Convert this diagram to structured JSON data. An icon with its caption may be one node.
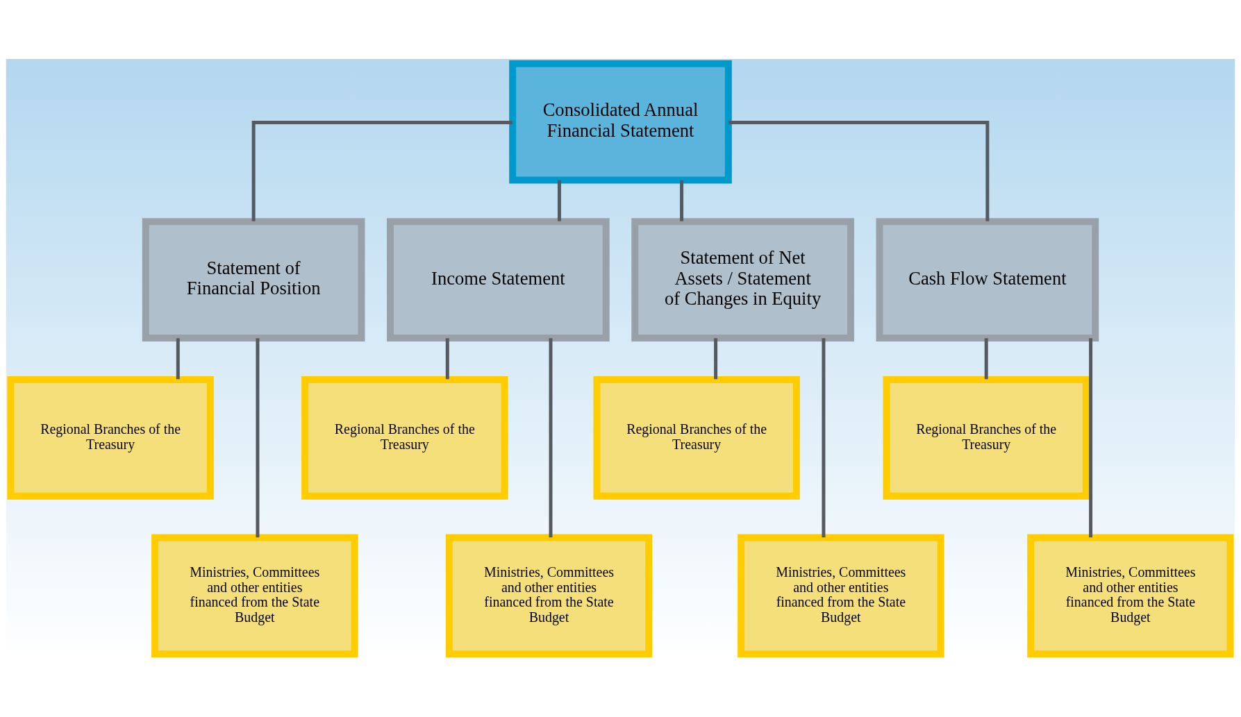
{
  "diagram": {
    "nodes": [
      {
        "text": [
          "Consolidated Annual Financial Statement"
        ]
      },
      {
        "text": [
          "Statement of Financial Position"
        ]
      },
      {
        "text": [
          "Income Statement"
        ]
      },
      {
        "text": [
          "Statement of Net Assets / Statement of Changes in Equity"
        ]
      },
      {
        "text": [
          "Cash Flow Statement"
        ]
      },
      {
        "text": [
          "Regional Branches of the Treasury"
        ]
      },
      {
        "text": [
          "Regional Branches of the Treasury"
        ]
      },
      {
        "text": [
          "Regional Branches of the Treasury"
        ]
      },
      {
        "text": [
          "Regional Branches of the Treasury"
        ]
      },
      {
        "text": [
          "Ministries, Committees and other entities financed from the State Budget"
        ]
      },
      {
        "text": [
          "Ministries, Committees and other entities financed from the State Budget"
        ]
      },
      {
        "text": [
          "Ministries, Committees and other entities financed from the State Budget"
        ]
      },
      {
        "text": [
          "Ministries, Committees and other entities financed from the State Budget"
        ]
      }
    ],
    "edges": [
      {
        "from": 0,
        "to": 1,
        "arrow": "none"
      },
      {
        "from": 0,
        "to": 2,
        "arrow": "none"
      },
      {
        "from": 0,
        "to": 3,
        "arrow": "none"
      },
      {
        "from": 0,
        "to": 4,
        "arrow": "none"
      },
      {
        "from": 1,
        "to": 5,
        "arrow": "none"
      },
      {
        "from": 1,
        "to": 9,
        "arrow": "none"
      },
      {
        "from": 2,
        "to": 6,
        "arrow": "none"
      },
      {
        "from": 2,
        "to": 10,
        "arrow": "none"
      },
      {
        "from": 3,
        "to": 7,
        "arrow": "none"
      },
      {
        "from": 3,
        "to": 11,
        "arrow": "none"
      },
      {
        "from": 4,
        "to": 8,
        "arrow": "none"
      },
      {
        "from": 4,
        "to": 12,
        "arrow": "none"
      }
    ]
  }
}
